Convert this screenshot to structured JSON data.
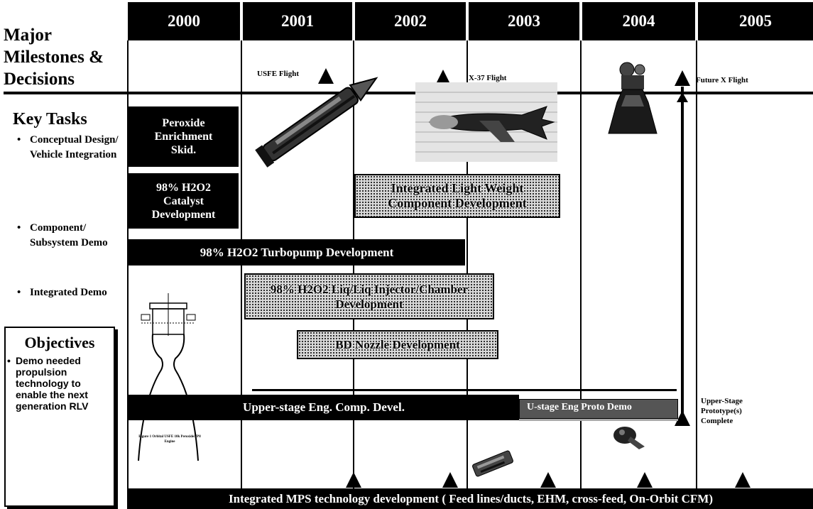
{
  "years": [
    "2000",
    "2001",
    "2002",
    "2003",
    "2004",
    "2005"
  ],
  "left": {
    "milestones_label": "Major Milestones & Decisions",
    "key_tasks_label": "Key Tasks",
    "tasks": [
      "Conceptual Design/ Vehicle Integration",
      "Component/ Subsystem Demo",
      "Integrated Demo"
    ],
    "objectives_title": "Objectives",
    "objectives_text": "Demo needed propulsion technology to enable the next generation RLV"
  },
  "milestones": {
    "usfe": "USFE Flight",
    "x37": "X-37 Flight",
    "futurex": "Future X Flight",
    "upper_stage_complete": "Upper-Stage Prototype(s) Complete"
  },
  "bars": {
    "peroxide": "Peroxide Enrichment Skid.",
    "catalyst": "98% H2O2 Catalyst Development",
    "turbopump": "98% H2O2 Turbopump Development",
    "lightweight": "Integrated Light Weight Component Development",
    "injector": "98% H2O2 Liq/Liq Injector/Chamber Development",
    "nozzle": "BD Nozzle Development",
    "upperstage": "Upper-stage Eng. Comp. Devel.",
    "ustage_proto": "U-stage Eng Proto Demo",
    "mps": "Integrated MPS technology development ( Feed lines/ducts, EHM, cross-feed, On-Orbit CFM)"
  },
  "figure_caption": "Figure 1 Orbital USFE 10k Peroxide/JP8 Engine",
  "colors": {
    "bar_dark": "#000000",
    "dots_bg": "#d8d8d8",
    "background": "#ffffff"
  }
}
